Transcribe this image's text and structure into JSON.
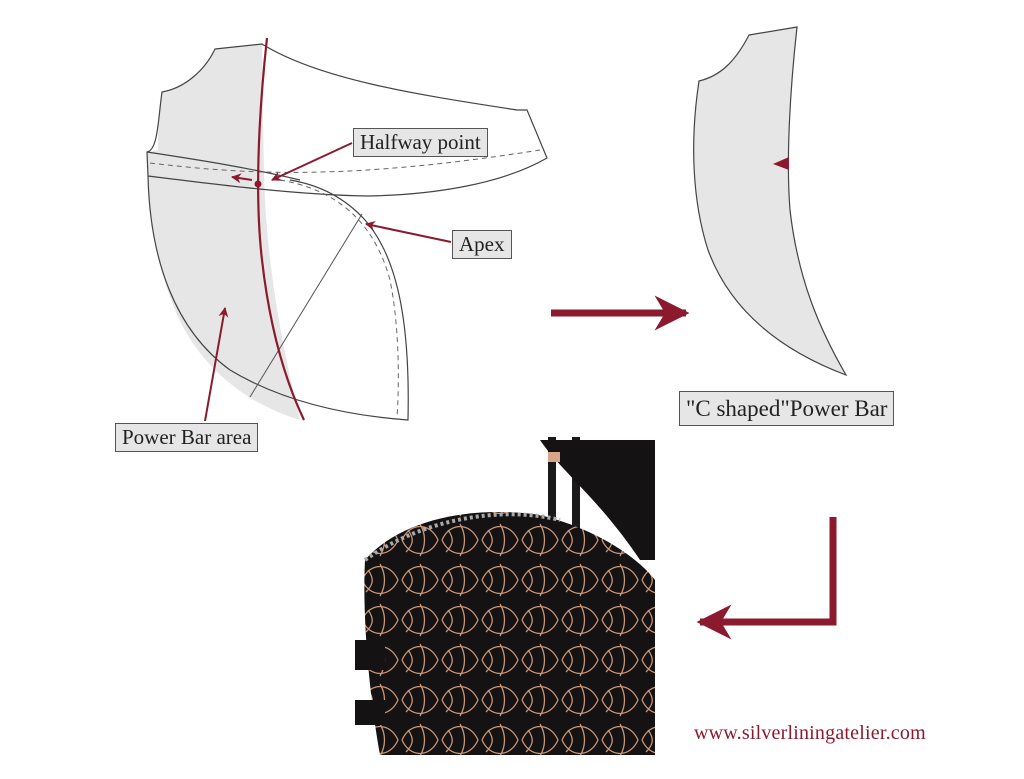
{
  "labels": {
    "halfway_point": "Halfway point",
    "apex": "Apex",
    "power_bar_area": "Power Bar area",
    "c_shaped_power_bar": "\"C shaped\"Power Bar"
  },
  "website": "www.silverliningatelier.com",
  "colors": {
    "accent": "#8b1a2e",
    "fill": "#e6e6e6",
    "outline": "#444444"
  }
}
